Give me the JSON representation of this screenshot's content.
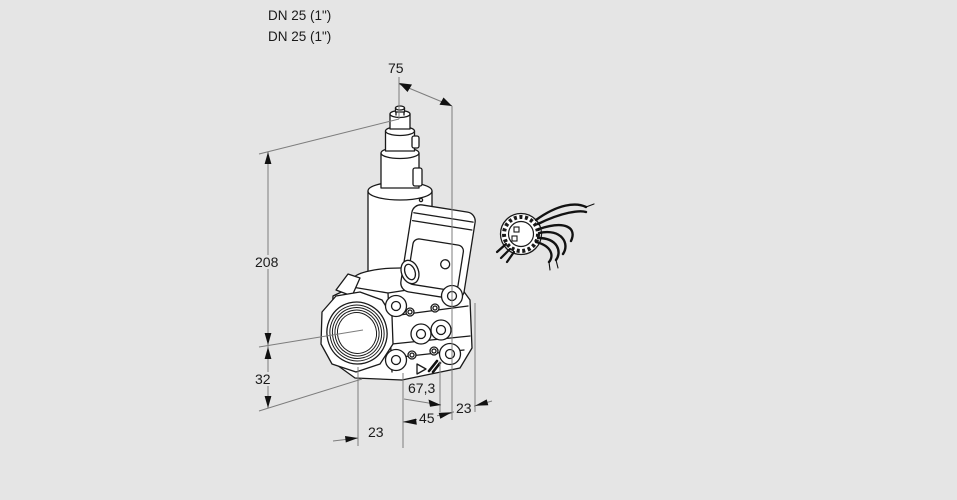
{
  "colors": {
    "background": "#e5e5e5",
    "outline": "#1a1a1a",
    "dimension_line": "#7d7d7d",
    "text": "#1a1a1a"
  },
  "annotations": {
    "dn_labels": [
      {
        "label": "DN 25 (1\")"
      },
      {
        "label": "DN 25 (1\")"
      }
    ]
  },
  "dimensions": {
    "stem_width": "75",
    "overall_height": "208",
    "port_axis_height": "32",
    "flange_offset": "23",
    "body_width": "45",
    "overall_depth": "67,3",
    "coil_offset": "23"
  }
}
